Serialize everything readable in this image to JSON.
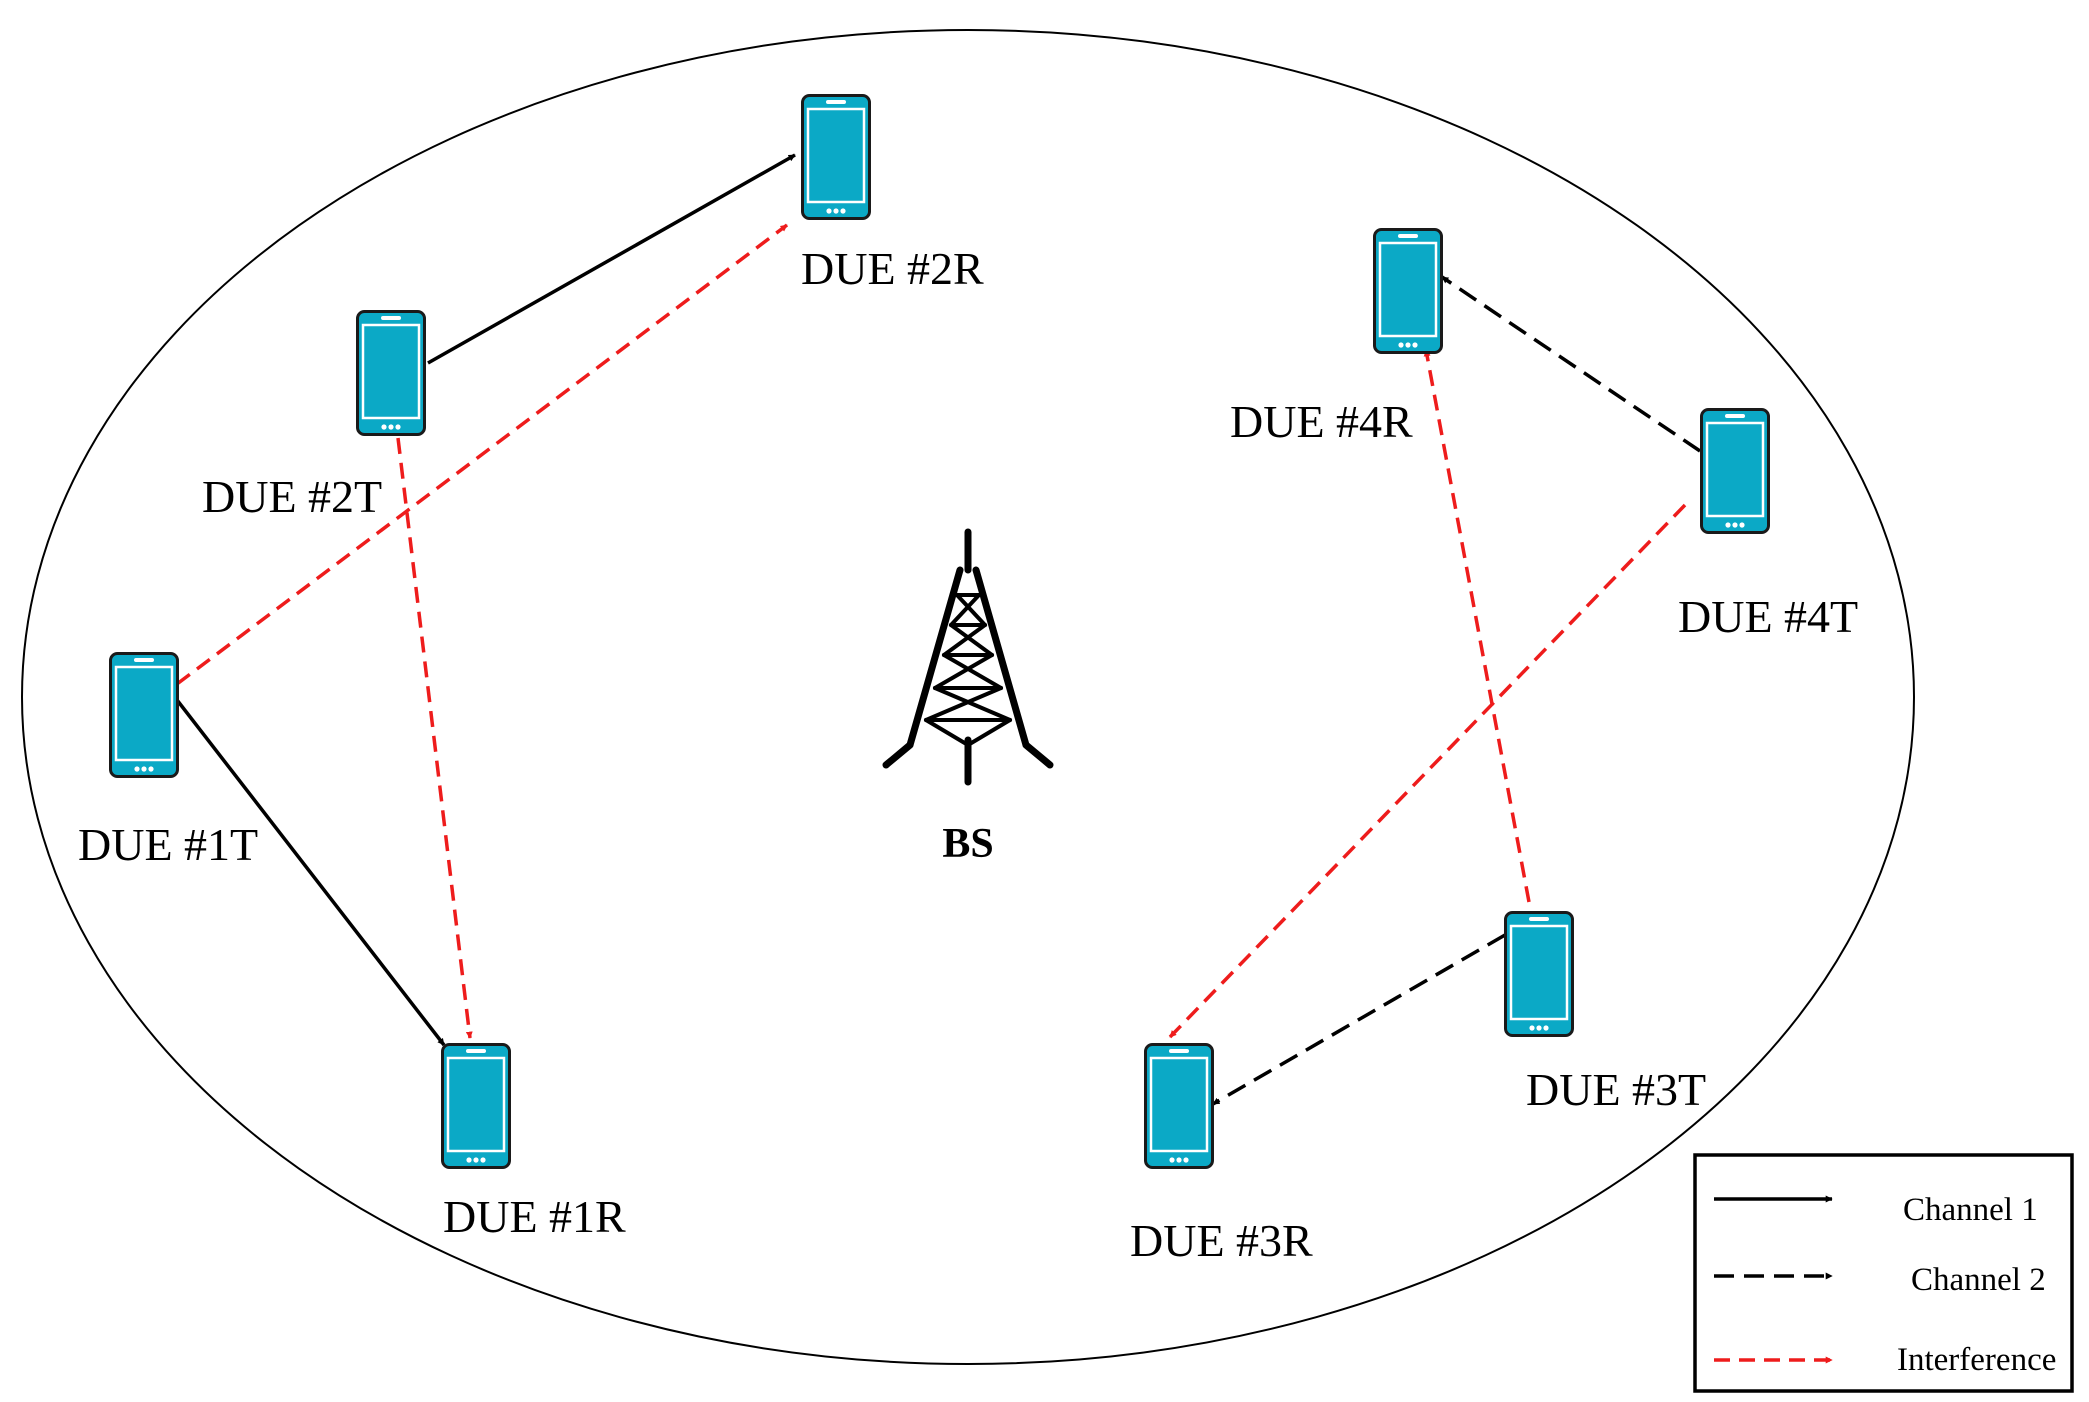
{
  "diagram": {
    "base_station": {
      "label": "BS",
      "icon": "tower-icon"
    },
    "devices": [
      {
        "id": "due-1t",
        "label": "DUE #1T",
        "icon": "smartphone-icon"
      },
      {
        "id": "due-1r",
        "label": "DUE #1R",
        "icon": "smartphone-icon"
      },
      {
        "id": "due-2t",
        "label": "DUE #2T",
        "icon": "smartphone-icon"
      },
      {
        "id": "due-2r",
        "label": "DUE #2R",
        "icon": "smartphone-icon"
      },
      {
        "id": "due-3t",
        "label": "DUE #3T",
        "icon": "smartphone-icon"
      },
      {
        "id": "due-3r",
        "label": "DUE  #3R",
        "icon": "smartphone-icon"
      },
      {
        "id": "due-4t",
        "label": "DUE #4T",
        "icon": "smartphone-icon"
      },
      {
        "id": "due-4r",
        "label": "DUE #4R",
        "icon": "smartphone-icon"
      }
    ],
    "links": [
      {
        "from": "due-1t",
        "to": "due-1r",
        "type": "channel1"
      },
      {
        "from": "due-2t",
        "to": "due-2r",
        "type": "channel1"
      },
      {
        "from": "due-3t",
        "to": "due-3r",
        "type": "channel2"
      },
      {
        "from": "due-4t",
        "to": "due-4r",
        "type": "channel2"
      },
      {
        "from": "due-1t",
        "to": "due-2r",
        "type": "interference"
      },
      {
        "from": "due-2t",
        "to": "due-1r",
        "type": "interference"
      },
      {
        "from": "due-3t",
        "to": "due-4r",
        "type": "interference"
      },
      {
        "from": "due-4t",
        "to": "due-3r",
        "type": "interference"
      }
    ],
    "legend": {
      "channel1": "Channel  1",
      "channel2": "Channel 2",
      "interference": "Interference"
    },
    "colors": {
      "phone_body": "#0ba9c6",
      "phone_frame": "#1a1a1a",
      "channel": "#000000",
      "interference": "#ee1c1c"
    }
  }
}
